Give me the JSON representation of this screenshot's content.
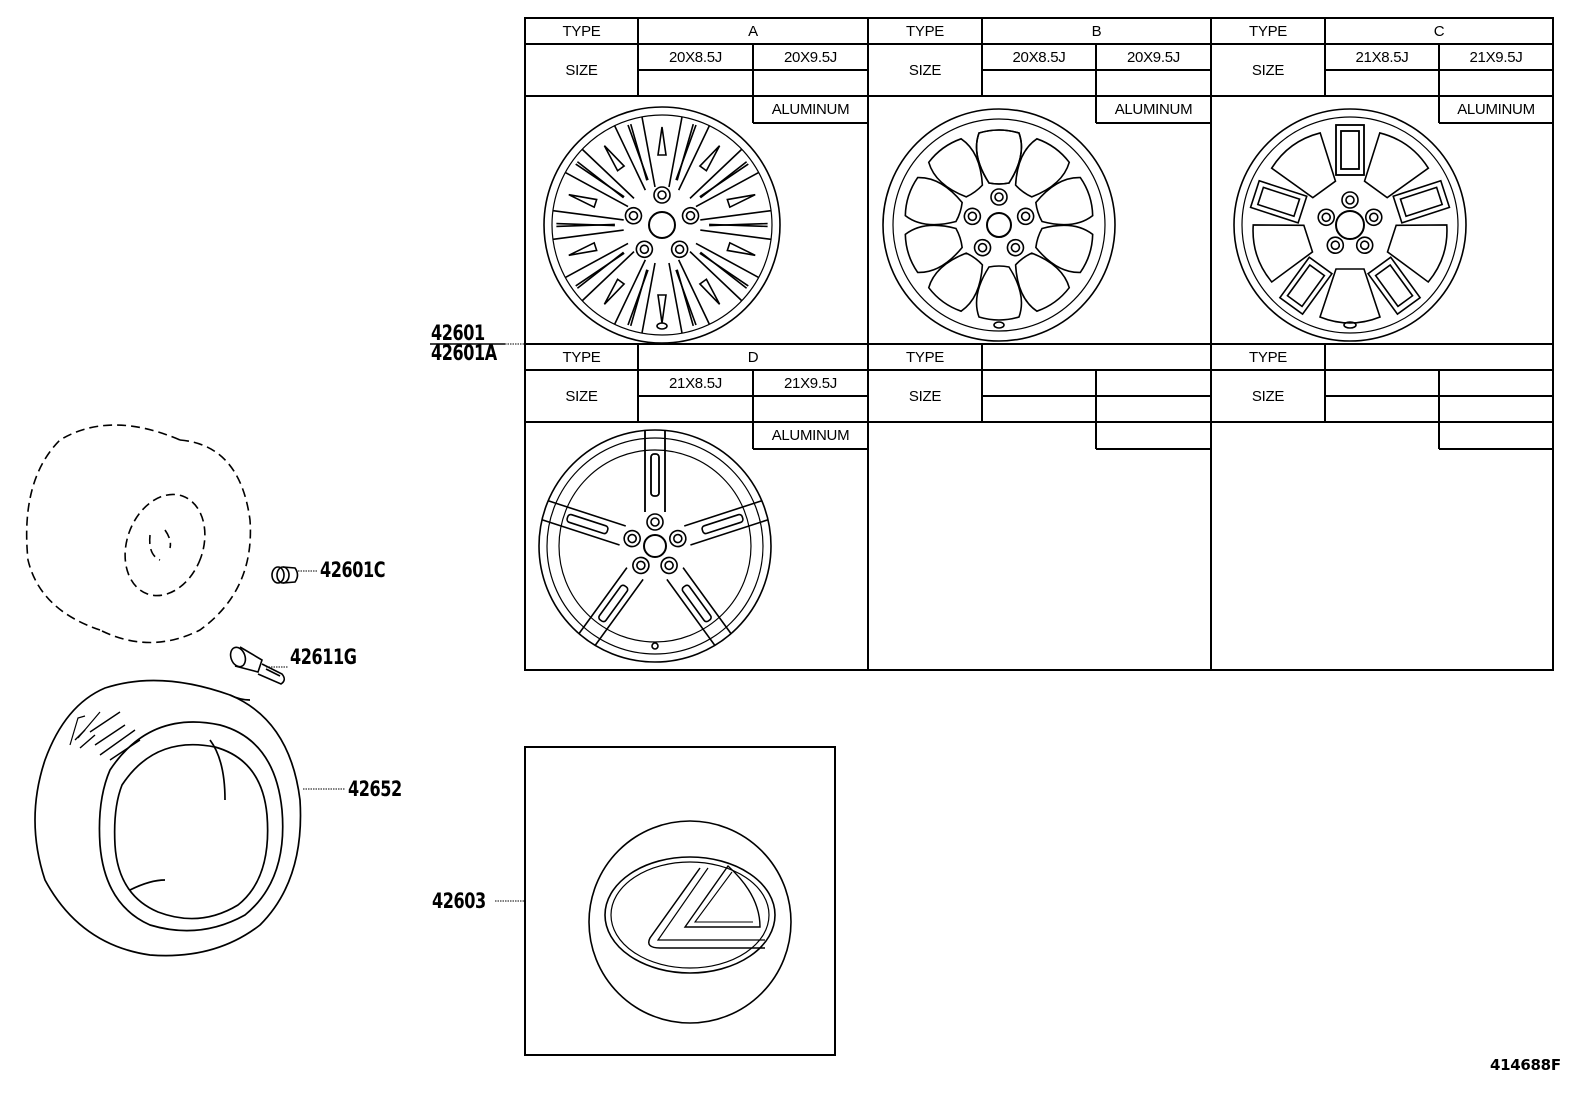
{
  "diagram": {
    "figure_number": "414688F",
    "callouts": {
      "wheel_main": [
        "42601",
        "42601A"
      ],
      "ornament": "42603",
      "tire": "42652",
      "nut": "42601C",
      "valve": "42611G"
    },
    "table": {
      "type_label": "TYPE",
      "size_label": "SIZE",
      "material_label": "ALUMINUM",
      "cells": [
        {
          "type": "A",
          "sizes": [
            "20X8.5J",
            "20X9.5J"
          ],
          "material": "ALUMINUM",
          "wheel_style": "10-spoke-split"
        },
        {
          "type": "B",
          "sizes": [
            "20X8.5J",
            "20X9.5J"
          ],
          "material": "ALUMINUM",
          "wheel_style": "10-spoke-twisted"
        },
        {
          "type": "C",
          "sizes": [
            "21X8.5J",
            "21X9.5J"
          ],
          "material": "ALUMINUM",
          "wheel_style": "5-double-spoke"
        },
        {
          "type": "D",
          "sizes": [
            "21X8.5J",
            "21X9.5J"
          ],
          "material": "ALUMINUM",
          "wheel_style": "5-spoke"
        },
        {
          "type": "",
          "sizes": [
            "",
            ""
          ],
          "material": "",
          "wheel_style": ""
        },
        {
          "type": "",
          "sizes": [
            "",
            ""
          ],
          "material": "",
          "wheel_style": ""
        }
      ]
    },
    "line_color": "#000000",
    "background": "#ffffff"
  }
}
